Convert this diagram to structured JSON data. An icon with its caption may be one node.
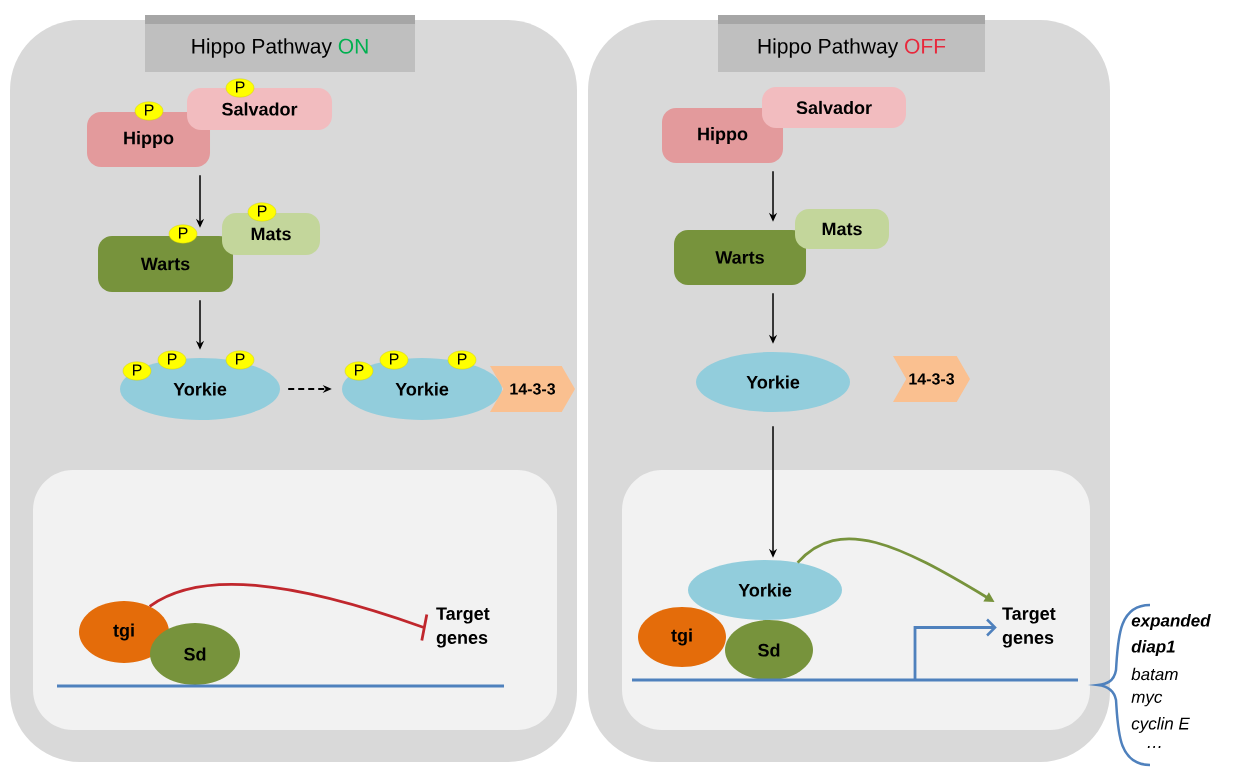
{
  "diagram": {
    "nodes": [
      {
        "text": [],
        "shape": "box"
      },
      {
        "text": [
          "Hippo Pathway",
          "ON"
        ],
        "in": 0
      },
      {
        "text": [
          "Hippo"
        ],
        "in": 0
      },
      {
        "text": [
          "Salvador"
        ],
        "in": 0
      },
      {
        "text": [
          "Warts"
        ],
        "in": 0
      },
      {
        "text": [
          "Mats"
        ],
        "in": 0
      },
      {
        "text": [
          "Yorkie"
        ],
        "in": 0
      },
      {
        "text": [
          "Yorkie"
        ],
        "in": 0
      },
      {
        "text": [
          "14-3-3"
        ],
        "in": 0
      },
      {
        "text": [],
        "shape": "box",
        "in": 0
      },
      {
        "text": [
          "tgi"
        ],
        "in": 9
      },
      {
        "text": [
          "Sd"
        ],
        "in": 9
      },
      {
        "text": [
          "Target genes"
        ],
        "in": 9
      },
      {
        "text": [],
        "shape": "box"
      },
      {
        "text": [
          "Hippo Pathway",
          "OFF"
        ],
        "in": 13
      },
      {
        "text": [
          "Hippo"
        ],
        "in": 13
      },
      {
        "text": [
          "Salvador"
        ],
        "in": 13
      },
      {
        "text": [
          "Warts"
        ],
        "in": 13
      },
      {
        "text": [
          "Mats"
        ],
        "in": 13
      },
      {
        "text": [
          "Yorkie"
        ],
        "in": 13
      },
      {
        "text": [
          "14-3-3"
        ],
        "in": 13
      },
      {
        "text": [],
        "shape": "box",
        "in": 13
      },
      {
        "text": [
          "Yorkie"
        ],
        "in": 21
      },
      {
        "text": [
          "tgi"
        ],
        "in": 21
      },
      {
        "text": [
          "Sd"
        ],
        "in": 21
      },
      {
        "text": [
          "Target genes"
        ],
        "in": 21
      },
      {
        "text": [
          "P"
        ],
        "in": 0
      },
      {
        "text": [
          "P"
        ],
        "in": 0
      },
      {
        "text": [
          "P"
        ],
        "in": 0
      },
      {
        "text": [
          "P"
        ],
        "in": 0
      },
      {
        "text": [
          "P"
        ],
        "in": 6
      },
      {
        "text": [
          "P"
        ],
        "in": 0
      },
      {
        "text": [
          "P"
        ],
        "in": 0
      },
      {
        "text": [
          "P"
        ],
        "in": 7
      },
      {
        "text": [
          "P"
        ],
        "in": 0
      },
      {
        "text": [
          "P"
        ],
        "in": 0
      }
    ],
    "edges": [
      {
        "from": 2,
        "to": 4,
        "arrow": "to"
      },
      {
        "from": 4,
        "to": 6,
        "arrow": "to"
      },
      {
        "from": 6,
        "to": 7,
        "arrow": "to",
        "style": "dashed"
      },
      {
        "from": 10,
        "to": 12,
        "arrow": "other",
        "color": "#c0272d"
      },
      {
        "from": 15,
        "to": 17,
        "arrow": "to"
      },
      {
        "from": 17,
        "to": 19,
        "arrow": "to"
      },
      {
        "from": 19,
        "to": 22,
        "arrow": "to"
      },
      {
        "from": 22,
        "to": 25,
        "arrow": "to",
        "color": "#77933c"
      },
      {
        "from": null,
        "to": 25,
        "arrow": "to",
        "color": "#4f81bd"
      }
    ],
    "labels": [
      "expanded",
      "diap1",
      "batam",
      "myc",
      "cyclin E",
      "…"
    ]
  }
}
